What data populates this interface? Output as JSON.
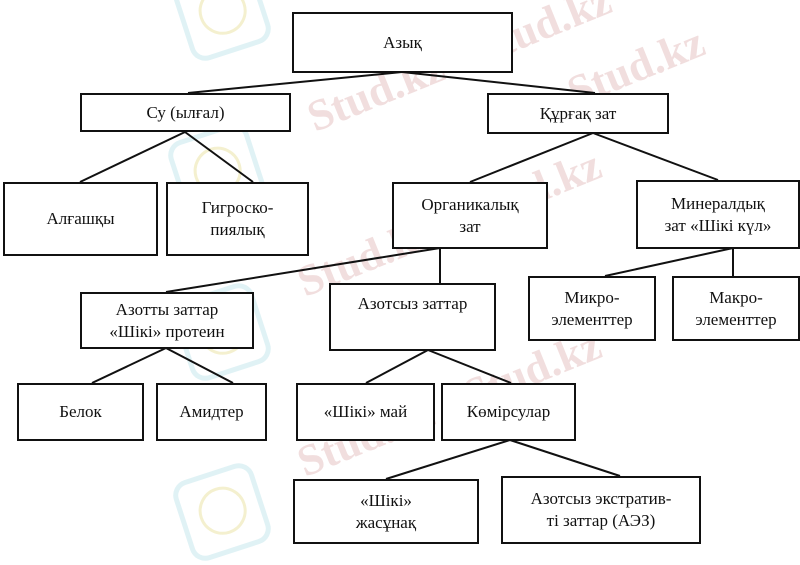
{
  "diagram": {
    "type": "tree",
    "root": "feed",
    "nodes": {
      "feed": {
        "label": "Азық"
      },
      "water": {
        "label": "Су (ылғал)"
      },
      "dry_matter": {
        "label": "Құрғақ зат"
      },
      "primary": {
        "label": "Алғашқы"
      },
      "hygroscopic": {
        "label": "Гигроско-\nпиялық"
      },
      "organic": {
        "label": "Органикалық\nзат"
      },
      "mineral": {
        "label": "Минералдық\nзат «Шікі күл»"
      },
      "nitrogenous": {
        "label": "Азотты заттар\n«Шікі» протеин"
      },
      "nitrogen_free": {
        "label": "Азотсыз заттар"
      },
      "micro": {
        "label": "Микро-\nэлементтер"
      },
      "macro": {
        "label": "Макро-\nэлементтер"
      },
      "protein": {
        "label": "Белок"
      },
      "amides": {
        "label": "Амидтер"
      },
      "crude_fat": {
        "label": "«Шікі» май"
      },
      "carbohydrates": {
        "label": "Көмірсулар"
      },
      "crude_fiber": {
        "label": "«Шікі»\nжасұнақ"
      },
      "nfe": {
        "label": "Азотсыз экстратив-\nті заттар (АЭЗ)"
      }
    },
    "edges": [
      [
        "feed",
        "water"
      ],
      [
        "feed",
        "dry_matter"
      ],
      [
        "water",
        "primary"
      ],
      [
        "water",
        "hygroscopic"
      ],
      [
        "dry_matter",
        "organic"
      ],
      [
        "dry_matter",
        "mineral"
      ],
      [
        "organic",
        "nitrogenous"
      ],
      [
        "organic",
        "nitrogen_free"
      ],
      [
        "mineral",
        "micro"
      ],
      [
        "mineral",
        "macro"
      ],
      [
        "nitrogenous",
        "protein"
      ],
      [
        "nitrogenous",
        "amides"
      ],
      [
        "nitrogen_free",
        "crude_fat"
      ],
      [
        "nitrogen_free",
        "carbohydrates"
      ],
      [
        "carbohydrates",
        "crude_fiber"
      ],
      [
        "carbohydrates",
        "nfe"
      ]
    ]
  },
  "watermark": {
    "text": "Stud.kz",
    "separator_text": "Stud.kz - Stud.kz",
    "color": "#e6c4c4"
  },
  "colors": {
    "border": "#111111",
    "background": "#ffffff",
    "text": "#111111"
  }
}
